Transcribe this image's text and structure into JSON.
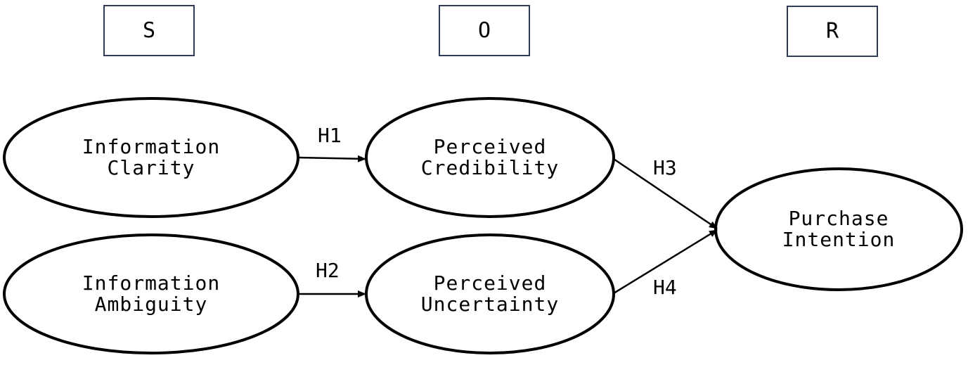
{
  "stages": {
    "s": "S",
    "o": "O",
    "r": "R"
  },
  "nodes": {
    "information_clarity": [
      "Information",
      "Clarity"
    ],
    "information_ambiguity": [
      "Information",
      "Ambiguity"
    ],
    "perceived_credibility": [
      "Perceived",
      "Credibility"
    ],
    "perceived_uncertainty": [
      "Perceived",
      "Uncertainty"
    ],
    "purchase_intention": [
      "Purchase",
      "Intention"
    ]
  },
  "hypotheses": {
    "h1": "H1",
    "h2": "H2",
    "h3": "H3",
    "h4": "H4"
  },
  "colors": {
    "box_border": "#2f3b57",
    "stroke": "#000000"
  }
}
